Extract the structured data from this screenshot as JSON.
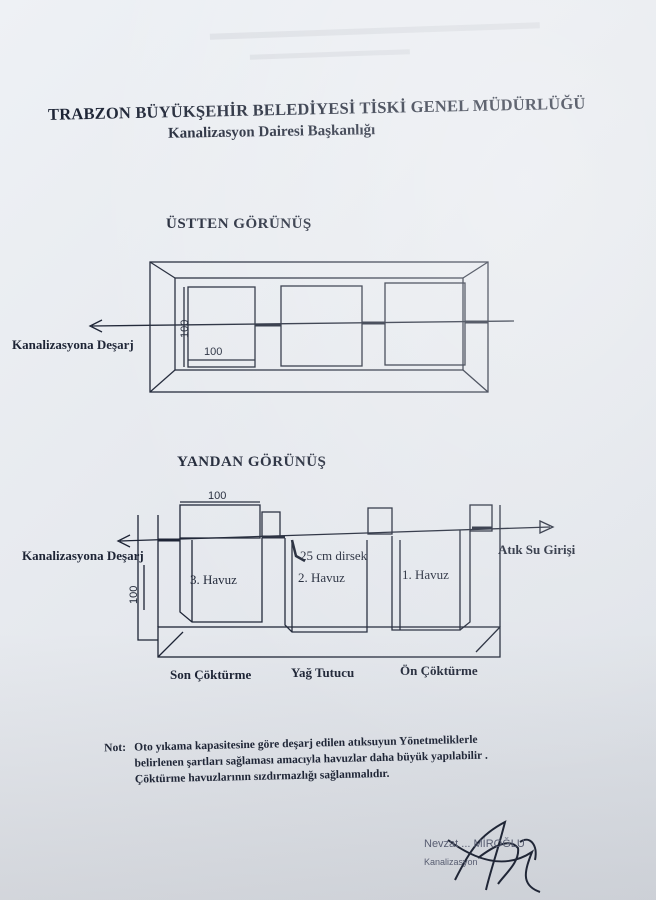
{
  "header": {
    "title": "TRABZON BÜYÜKŞEHİR BELEDİYESİ TİSKİ GENEL MÜDÜRLÜĞÜ",
    "subtitle": "Kanalizasyon  Dairesi Başkanlığı"
  },
  "top_view": {
    "heading": "ÜSTTEN  GÖRÜNÜŞ",
    "outlet_label": "Kanalizasyona Deşarj",
    "dim_height": "100",
    "dim_width": "100"
  },
  "side_view": {
    "heading": "YANDAN GÖRÜNÜŞ",
    "outlet_label": "Kanalizasyona Deşarj",
    "inlet_label": "Atık Su Girişi",
    "dim_top": "100",
    "dim_depth": "100",
    "elbow_label": "25 cm dirsek",
    "pools": [
      "3. Havuz",
      "2. Havuz",
      "1. Havuz"
    ],
    "chambers": [
      "Son Çöktürme",
      "Yağ Tutucu",
      "Ön Çöktürme"
    ]
  },
  "note": {
    "label": "Not:",
    "lines": [
      "Oto yıkama kapasitesine göre deşarj edilen atıksuyun Yönetmeliklerle",
      "belirlenen şartları sağlaması amacıyla havuzlar daha büyük yapılabilir .",
      "Çöktürme havuzlarının  sızdırmazlığı sağlanmalıdır."
    ]
  },
  "signature": {
    "name": "Nevzat ... MİROĞLU",
    "org": "Kanalizasyon"
  },
  "colors": {
    "ink": "#1d2435",
    "paper": "#e8ebf0"
  }
}
